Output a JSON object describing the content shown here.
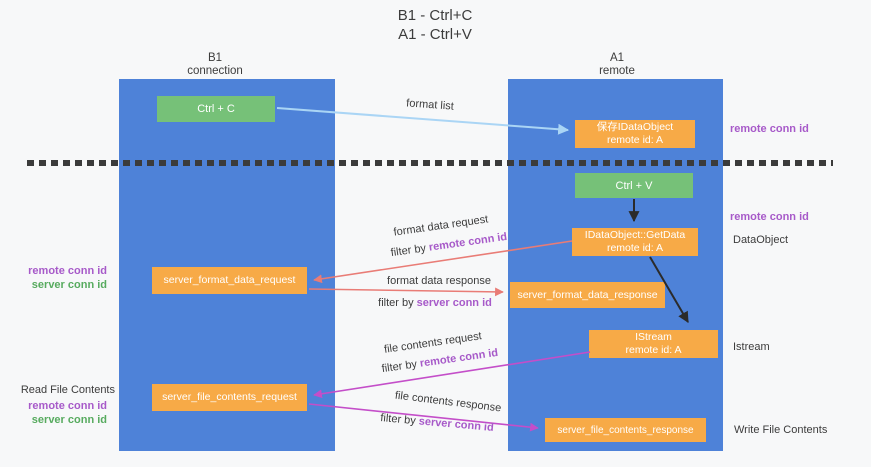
{
  "title": {
    "line1": "B1 - Ctrl+C",
    "line2": "A1 - Ctrl+V"
  },
  "columns": {
    "left": {
      "name": "B1",
      "role": "connection"
    },
    "right": {
      "name": "A1",
      "role": "remote"
    }
  },
  "boxes": {
    "ctrl_c": "Ctrl + C",
    "ctrl_v": "Ctrl + V",
    "save_idataobject": {
      "line1": "保存IDataObject",
      "line2": "remote id: A"
    },
    "getdata": {
      "line1": "IDataObject::GetData",
      "line2": "remote id: A"
    },
    "istream": {
      "line1": "IStream",
      "line2": "remote id: A"
    },
    "format_request": "server_format_data_request",
    "format_response": "server_format_data_response",
    "file_request": "server_file_contents_request",
    "file_response": "server_file_contents_response"
  },
  "arrow_labels": {
    "format_list": "format list",
    "format_data_request": "format data request",
    "format_data_request_filter_prefix": "filter by ",
    "format_data_request_filter_key": "remote conn id",
    "format_data_response": "format data response",
    "format_data_response_filter_prefix": "filter by ",
    "format_data_response_filter_key": "server conn id",
    "file_contents_request": "file contents request",
    "file_contents_request_filter_prefix": "filter by ",
    "file_contents_request_filter_key": "remote conn id",
    "file_contents_response": "file contents response",
    "file_contents_response_filter_prefix": "filter by ",
    "file_contents_response_filter_key": "server conn id"
  },
  "side_labels": {
    "right_remote_conn_id_top": "remote conn id",
    "right_remote_conn_id_mid": "remote conn id",
    "data_object": "DataObject",
    "istream": "Istream",
    "write_file_contents": "Write File Contents",
    "left_remote_conn_id_top": "remote conn id",
    "left_server_conn_id_top": "server conn id",
    "read_file_contents": "Read File Contents",
    "left_remote_conn_id_bottom": "remote conn id",
    "left_server_conn_id_bottom": "server conn id"
  },
  "colors": {
    "column_blue": "#4e82d8",
    "box_green": "#76c178",
    "box_orange": "#f7aa47",
    "remote_conn_purple": "#a75ac9",
    "server_conn_green": "#57ab5f",
    "arrow_salmon": "#e97c76",
    "arrow_magenta": "#c44ec9",
    "arrow_lightblue": "#aad5f5",
    "arrow_black": "#2b2b2b"
  }
}
